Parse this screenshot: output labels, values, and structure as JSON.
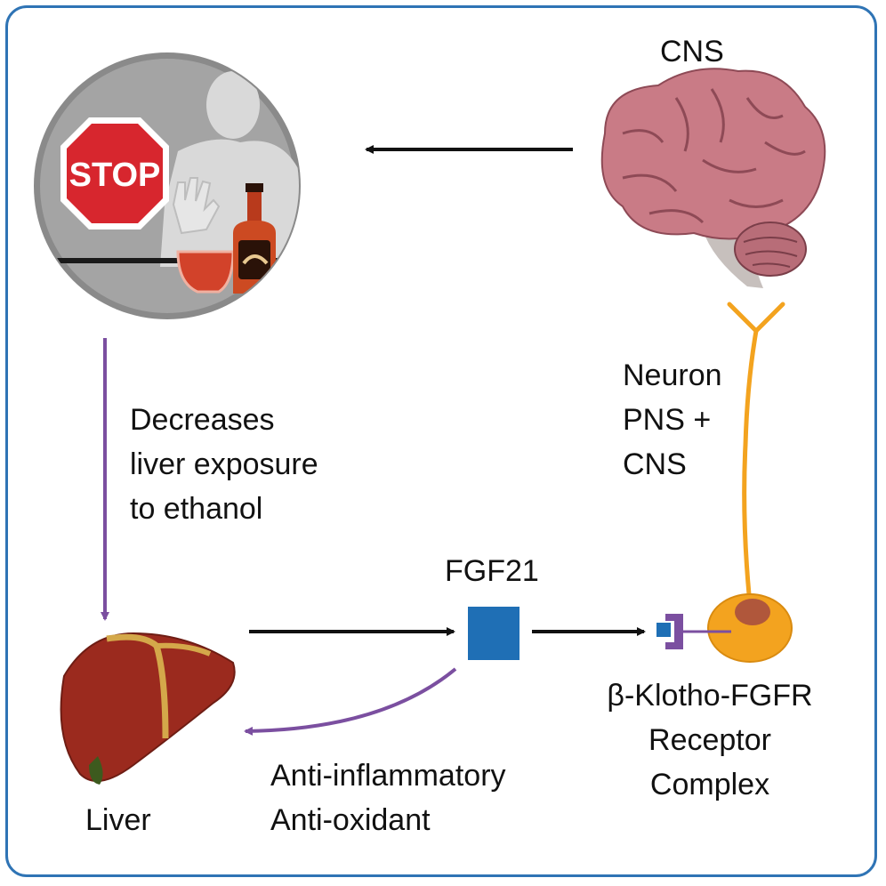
{
  "labels": {
    "cns": "CNS",
    "stop_sign": "STOP",
    "decreases": [
      "Decreases",
      "liver exposure",
      "to ethanol"
    ],
    "neuron": [
      "Neuron",
      "PNS +",
      "CNS"
    ],
    "fgf21": "FGF21",
    "receptor": [
      "β-Klotho-FGFR",
      "Receptor",
      "Complex"
    ],
    "effects": [
      "Anti-inflammatory",
      "Anti-oxidant"
    ],
    "liver": "Liver"
  },
  "icons": [
    "stop-drinking-illustration-icon",
    "brain-icon",
    "neuron-icon",
    "fgf21-square-icon",
    "receptor-complex-icon",
    "liver-icon"
  ],
  "colors": {
    "frame": "#2f74b5",
    "purple_arrow": "#7b4fa0",
    "black_arrow": "#111111",
    "neuron": "#f3a31f",
    "fgf21": "#1f6fb5",
    "receptor": "#7b4fa0",
    "brain": "#c97b86",
    "liver": "#9b2a1e",
    "stop_sign": "#d7262e"
  }
}
